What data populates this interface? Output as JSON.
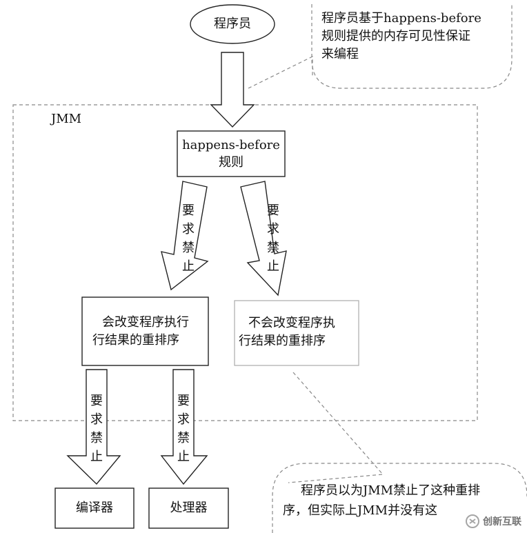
{
  "top": {
    "programmer": "程序员",
    "note_top_line1": "程序员基于happens-before",
    "note_top_line2": "规则提供的内存可见性保证",
    "note_top_line3": "来编程"
  },
  "jmm": {
    "label": "JMM",
    "rules_line1": "happens-before",
    "rules_line2": "规则",
    "arrow_left_label": "要求禁止",
    "arrow_right_label": "要求禁止",
    "box_left_line1": "会改变程序执行",
    "box_left_line2": "行结果的重排序",
    "box_right_line1": "不会改变程序执",
    "box_right_line2": "行结果的重排序"
  },
  "bottom": {
    "arrow_compiler_label": "要求禁止",
    "arrow_processor_label": "要求禁止",
    "compiler": "编译器",
    "processor": "处理器",
    "note_bottom_line1": "程序员以为JMM禁止了这种重排",
    "note_bottom_line2": "序，但实际上JMM并没有这"
  },
  "watermark": {
    "text": "创新互联"
  }
}
